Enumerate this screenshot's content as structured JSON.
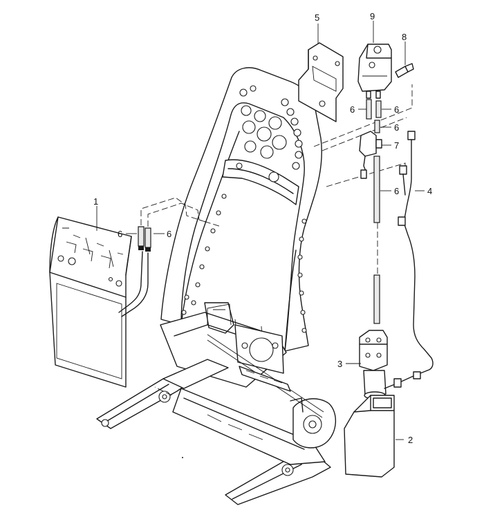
{
  "diagram": {
    "parts": [
      {
        "id": "part-1",
        "label": "1"
      },
      {
        "id": "part-2",
        "label": "2"
      },
      {
        "id": "part-3",
        "label": "3"
      },
      {
        "id": "part-4",
        "label": "4"
      },
      {
        "id": "part-5",
        "label": "5"
      },
      {
        "id": "part-6a",
        "label": "6"
      },
      {
        "id": "part-6b",
        "label": "6"
      },
      {
        "id": "part-6c",
        "label": "6"
      },
      {
        "id": "part-6d",
        "label": "6"
      },
      {
        "id": "part-6e",
        "label": "6"
      },
      {
        "id": "part-6f",
        "label": "6"
      },
      {
        "id": "part-7",
        "label": "7"
      },
      {
        "id": "part-8",
        "label": "8"
      },
      {
        "id": "part-9",
        "label": "9"
      }
    ]
  }
}
